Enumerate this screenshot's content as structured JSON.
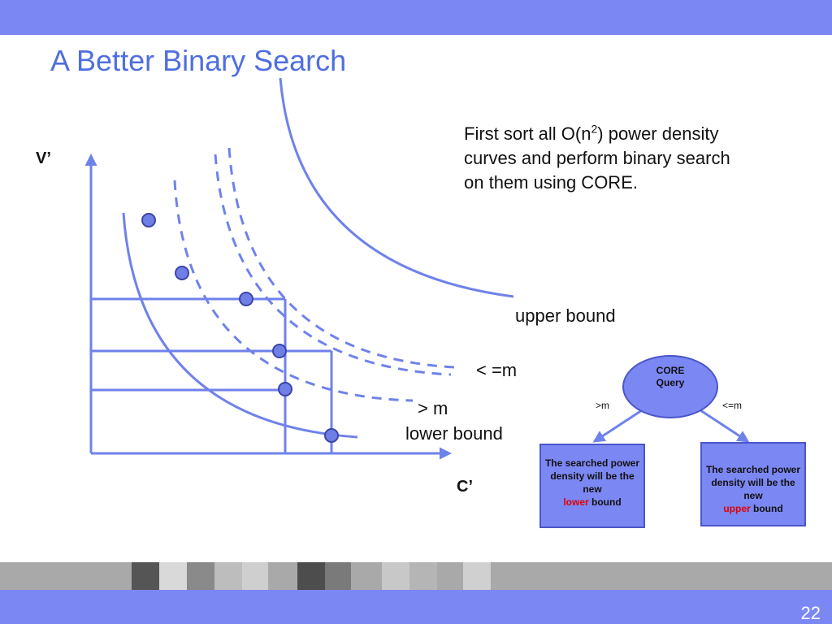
{
  "slide": {
    "title": "A Better Binary Search",
    "page_number": "22"
  },
  "description": {
    "before_sup": "First sort all O(n",
    "sup": "2",
    "after_sup": ") power density curves and perform binary search on them using CORE."
  },
  "axes": {
    "y_label": "V’",
    "x_label": "C’"
  },
  "curve_labels": {
    "upper": "upper bound",
    "le_m": "< =m",
    "gt_m": "> m",
    "lower": "lower bound"
  },
  "flow": {
    "core_line1": "CORE",
    "core_line2": "Query",
    "left_edge": ">m",
    "right_edge": "<=m",
    "left_box": {
      "text": "The searched power density will be the new",
      "highlight": "lower",
      "tail": "bound"
    },
    "right_box": {
      "text": "The searched power density will be the new",
      "highlight": "upper",
      "tail": "bound"
    }
  },
  "colors": {
    "bar": "#7b87f2",
    "curve": "#6f82ea",
    "point": "#6f7fe6",
    "title": "#4f6ee0",
    "highlight": "#e00000"
  }
}
